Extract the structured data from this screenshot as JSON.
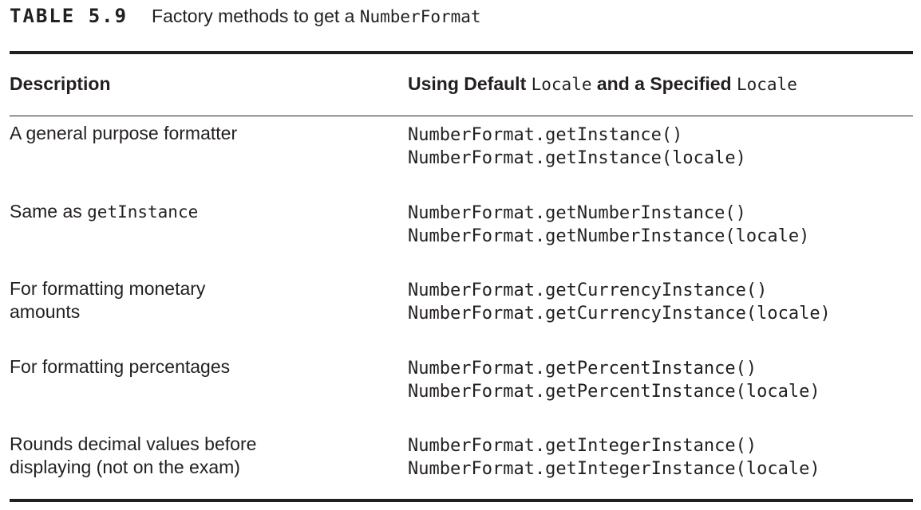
{
  "caption": {
    "label": "TABLE 5.9",
    "title": "Factory methods to get a ",
    "title_code": "NumberFormat"
  },
  "header": {
    "description": "Description",
    "methods_part1": "Using Default ",
    "methods_code1": "Locale",
    "methods_part2": " and a Specified ",
    "methods_code2": "Locale"
  },
  "rows": [
    {
      "description_lines": [
        "A general purpose formatter"
      ],
      "methods": [
        "NumberFormat.getInstance()",
        "NumberFormat.getInstance(locale)"
      ]
    },
    {
      "description_text": "Same as ",
      "description_code": "getInstance",
      "methods": [
        "NumberFormat.getNumberInstance()",
        "NumberFormat.getNumberInstance(locale)"
      ]
    },
    {
      "description_lines": [
        "For formatting monetary",
        "amounts"
      ],
      "methods": [
        "NumberFormat.getCurrencyInstance()",
        "NumberFormat.getCurrencyInstance(locale)"
      ]
    },
    {
      "description_lines": [
        "For formatting percentages"
      ],
      "methods": [
        "NumberFormat.getPercentInstance()",
        "NumberFormat.getPercentInstance(locale)"
      ]
    },
    {
      "description_lines": [
        "Rounds decimal values before",
        "displaying (not on the exam)"
      ],
      "methods": [
        "NumberFormat.getIntegerInstance()",
        "NumberFormat.getIntegerInstance(locale)"
      ]
    }
  ]
}
